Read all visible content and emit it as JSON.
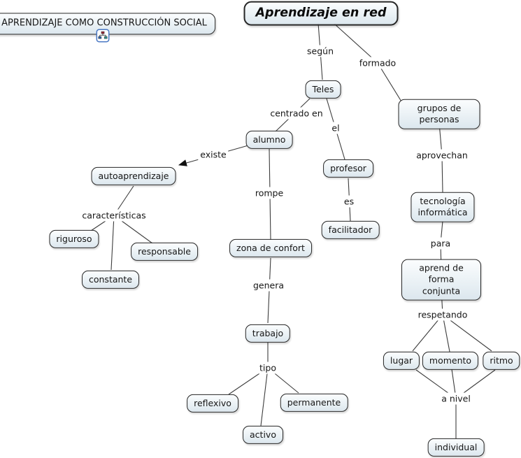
{
  "map": {
    "header_box": {
      "label": "APRENDIZAJE COMO CONSTRUCCIÓN SOCIAL",
      "icon": "concept-map-icon"
    },
    "title": "Aprendizaje en red",
    "concepts": {
      "teles": "Teles",
      "alumno": "alumno",
      "profesor": "profesor",
      "facilitador": "facilitador",
      "autoaprendizaje": "autoaprendizaje",
      "riguroso": "riguroso",
      "responsable": "responsable",
      "constante": "constante",
      "zona_de_confort": "zona de confort",
      "trabajo": "trabajo",
      "reflexivo": "reflexivo",
      "activo": "activo",
      "permanente": "permanente",
      "grupos_de_personas": "grupos de personas",
      "tecnologia_informatica": "tecnología\ninformática",
      "aprend_de_forma_conjunta": "aprend de forma conjunta",
      "lugar": "lugar",
      "momento": "momento",
      "ritmo": "ritmo",
      "individual": "individual"
    },
    "links": {
      "segun": "según",
      "formado": "formado",
      "centrado_en": "centrado en",
      "el": "el",
      "existe": "existe",
      "rompe": "rompe",
      "es": "es",
      "caracteristicas": "características",
      "genera": "genera",
      "tipo": "tipo",
      "aprovechan": "aprovechan",
      "para": "para",
      "respetando": "respetando",
      "a_nivel": "a nivel"
    },
    "colors": {
      "node_fill_top": "#fbfdfe",
      "node_fill_bottom": "#dce7ee",
      "node_border": "#262626",
      "line": "#3d3d3d",
      "text": "#161616",
      "icon_border": "#4a79c4"
    }
  }
}
